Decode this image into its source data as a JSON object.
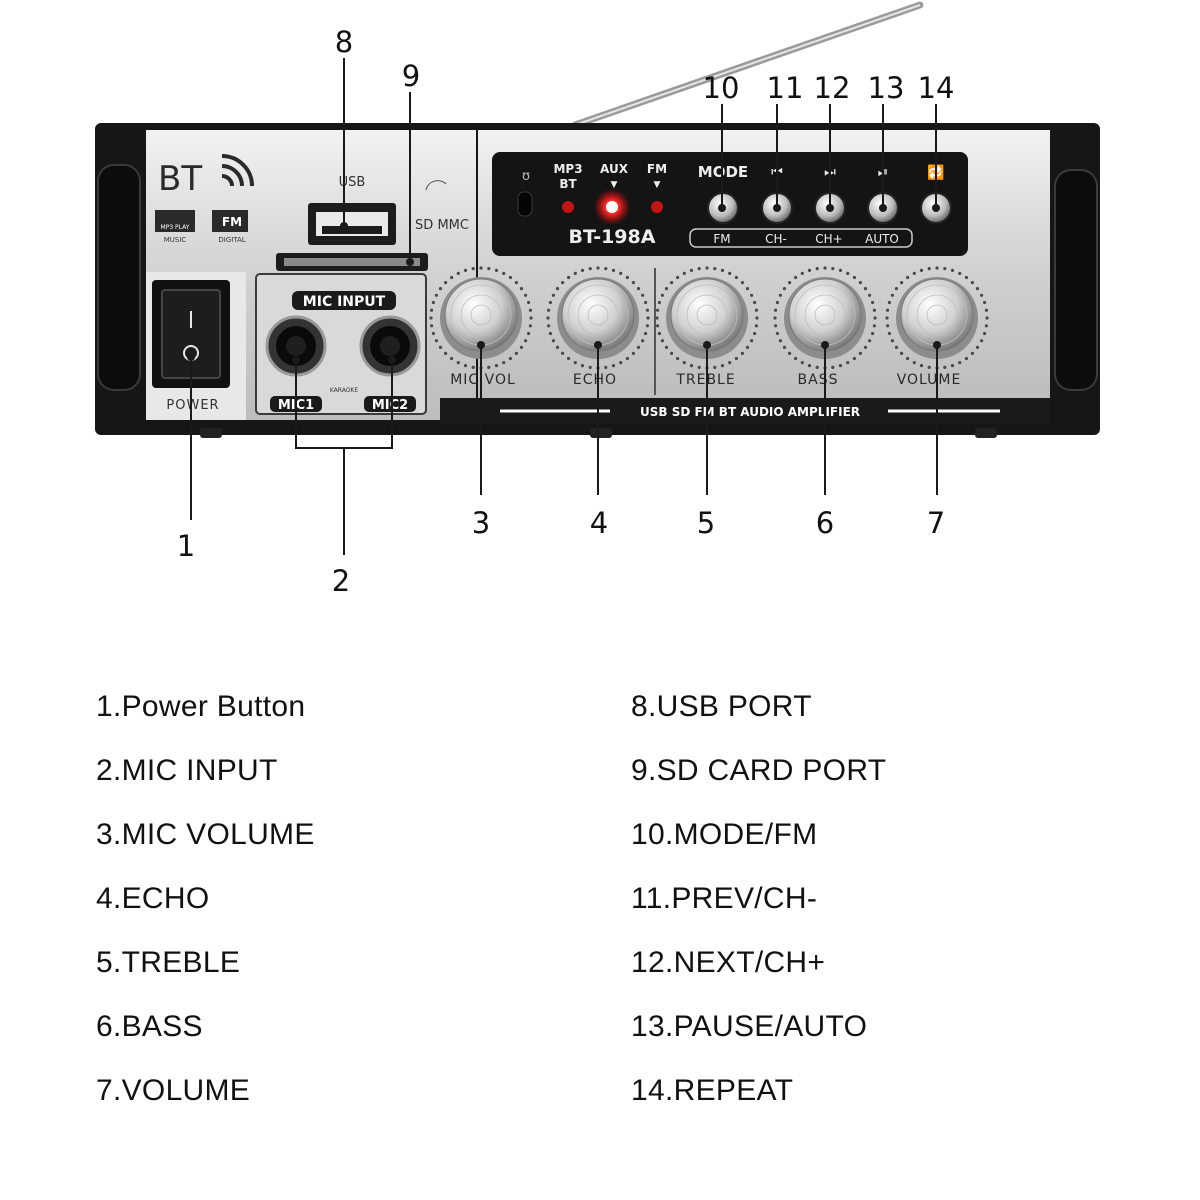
{
  "panel": {
    "bt_logo": "BT",
    "mp3_play": "MP3 PLAY",
    "music": "MUSIC",
    "fm_logo": "FM",
    "digital": "DIGITAL",
    "usb": "USB",
    "sd_mmc": "SD MMC",
    "mic_input": "MIC INPUT",
    "mic1": "MIC1",
    "mic2": "MIC2",
    "karaoke": "KARAOKE",
    "power": "POWER",
    "mp3_bt_line1": "MP3",
    "mp3_bt_line2": "BT",
    "aux": "AUX",
    "fm": "FM",
    "mode": "MODE",
    "model": "BT-198A",
    "btn_fm": "FM",
    "btn_ch_minus": "CH-",
    "btn_ch_plus": "CH+",
    "btn_auto": "AUTO",
    "knob_mic_vol": "MIC VOL",
    "knob_echo": "ECHO",
    "knob_treble": "TREBLE",
    "knob_bass": "BASS",
    "knob_volume": "VOLUME",
    "brand_strip": "USB SD FM BT AUDIO AMPLIFIER"
  },
  "callouts": [
    "1",
    "2",
    "3",
    "4",
    "5",
    "6",
    "7",
    "8",
    "9",
    "10",
    "11",
    "12",
    "13",
    "14"
  ],
  "legend": {
    "left": [
      "1.Power Button",
      "2.MIC INPUT",
      "3.MIC VOLUME",
      "4.ECHO",
      "5.TREBLE",
      "6.BASS",
      "7.VOLUME"
    ],
    "right": [
      "8.USB PORT",
      "9.SD CARD PORT",
      "10.MODE/FM",
      "11.PREV/CH-",
      "12.NEXT/CH+",
      "13.PAUSE/AUTO",
      "14.REPEAT"
    ]
  },
  "colors": {
    "chassis": "#161616",
    "panel": "#d8d8d8",
    "display": "#141414",
    "led_red": "#ff2a2a",
    "line": "#1a1a1a"
  }
}
